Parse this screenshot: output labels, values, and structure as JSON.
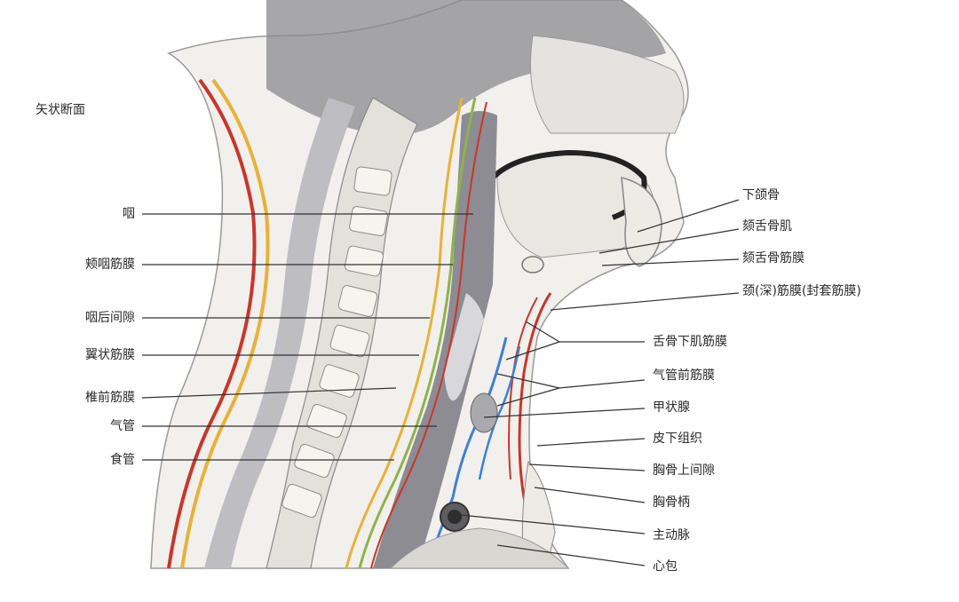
{
  "title": "矢状断面",
  "labels_left": [
    "咽",
    "颊咽筋膜",
    "咽后间隙",
    "翼状筋膜",
    "椎前筋膜",
    "气管",
    "食管"
  ],
  "labels_right": [
    "下颌骨",
    "颏舌骨肌",
    "颏舌骨筋膜",
    "颈(深)筋膜(封套筋膜)",
    "舌骨下肌筋膜",
    "气管前筋膜",
    "甲状腺",
    "皮下组织",
    "胸骨上间隙",
    "胸骨柄",
    "主动脉",
    "心包"
  ],
  "colors": {
    "skin_red": "#c8362b",
    "fascia_yellow": "#e8b13a",
    "fascia_green": "#8fb24c",
    "vessel_blue": "#3f7fd6",
    "pharynx_gray": "#8c8c92",
    "bone": "#ecebe6"
  }
}
